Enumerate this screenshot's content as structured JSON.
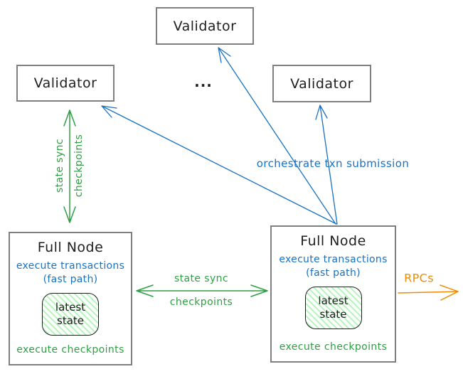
{
  "colors": {
    "blue": "#1971c2",
    "green": "#2f9e44",
    "green-light": "#b2f2bb",
    "orange": "#f08c00",
    "ink": "#1e1e1e",
    "border": "#7f7f7f"
  },
  "validators": {
    "top": "Validator",
    "left": "Validator",
    "right": "Validator",
    "ellipsis": "..."
  },
  "full_nodes": {
    "left": {
      "title": "Full Node",
      "exec_line1": "execute transactions",
      "exec_line2": "(fast path)",
      "state_line1": "latest",
      "state_line2": "state",
      "footer": "execute checkpoints"
    },
    "right": {
      "title": "Full Node",
      "exec_line1": "execute transactions",
      "exec_line2": "(fast path)",
      "state_line1": "latest",
      "state_line2": "state",
      "footer": "execute checkpoints"
    }
  },
  "edge_labels": {
    "validator_sync_line1": "state sync",
    "validator_sync_line2": "checkpoints",
    "fullnode_sync_line1": "state sync",
    "fullnode_sync_line2": "checkpoints",
    "orchestrate": "orchestrate txn submission",
    "rpcs": "RPCs"
  }
}
